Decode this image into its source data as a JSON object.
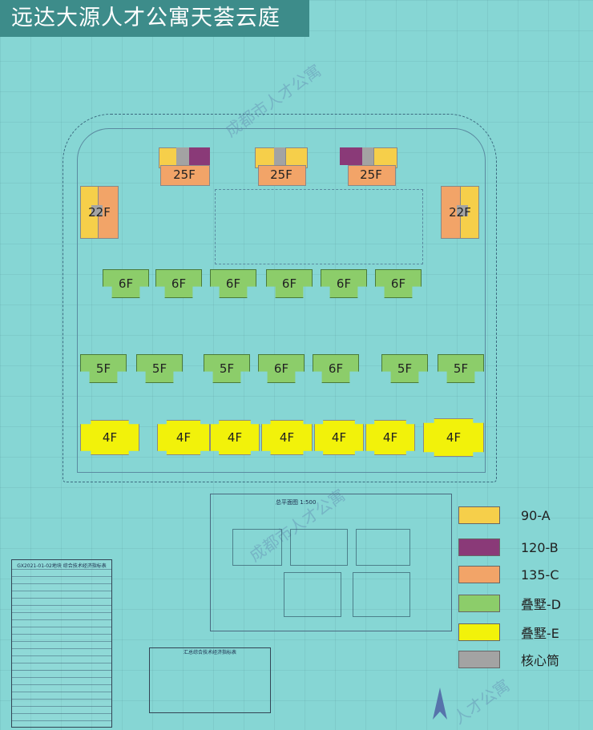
{
  "title": "远达大源人才公寓天荟云庭",
  "buildings": {
    "towers_25": [
      "25F",
      "25F",
      "25F"
    ],
    "towers_22": [
      "22F",
      "22F"
    ],
    "row6": [
      "6F",
      "6F",
      "6F",
      "6F",
      "6F",
      "6F"
    ],
    "row5": [
      "5F",
      "5F",
      "5F",
      "6F",
      "6F",
      "5F",
      "5F"
    ],
    "row4": [
      "4F",
      "4F",
      "4F",
      "4F",
      "4F",
      "4F",
      "4F"
    ]
  },
  "legend": [
    {
      "label": "90-A",
      "color": "#f6cf4a"
    },
    {
      "label": "120-B",
      "color": "#8a3a78"
    },
    {
      "label": "135-C",
      "color": "#f2a468"
    },
    {
      "label": "叠墅-D",
      "color": "#8ccd6a"
    },
    {
      "label": "叠墅-E",
      "color": "#f2f20a"
    },
    {
      "label": "核心筒",
      "color": "#a3a3a3"
    }
  ],
  "colors": {
    "type_a": "#f6cf4a",
    "type_b": "#8a3a78",
    "type_c": "#f2a468",
    "core": "#a3a3a3"
  },
  "table": {
    "title": "GX2021-01-02地块 综合技术经济指标表"
  },
  "summary": {
    "title": "汇总综合技术经济指标表"
  },
  "plan": {
    "label": "总平面图 1:500"
  }
}
